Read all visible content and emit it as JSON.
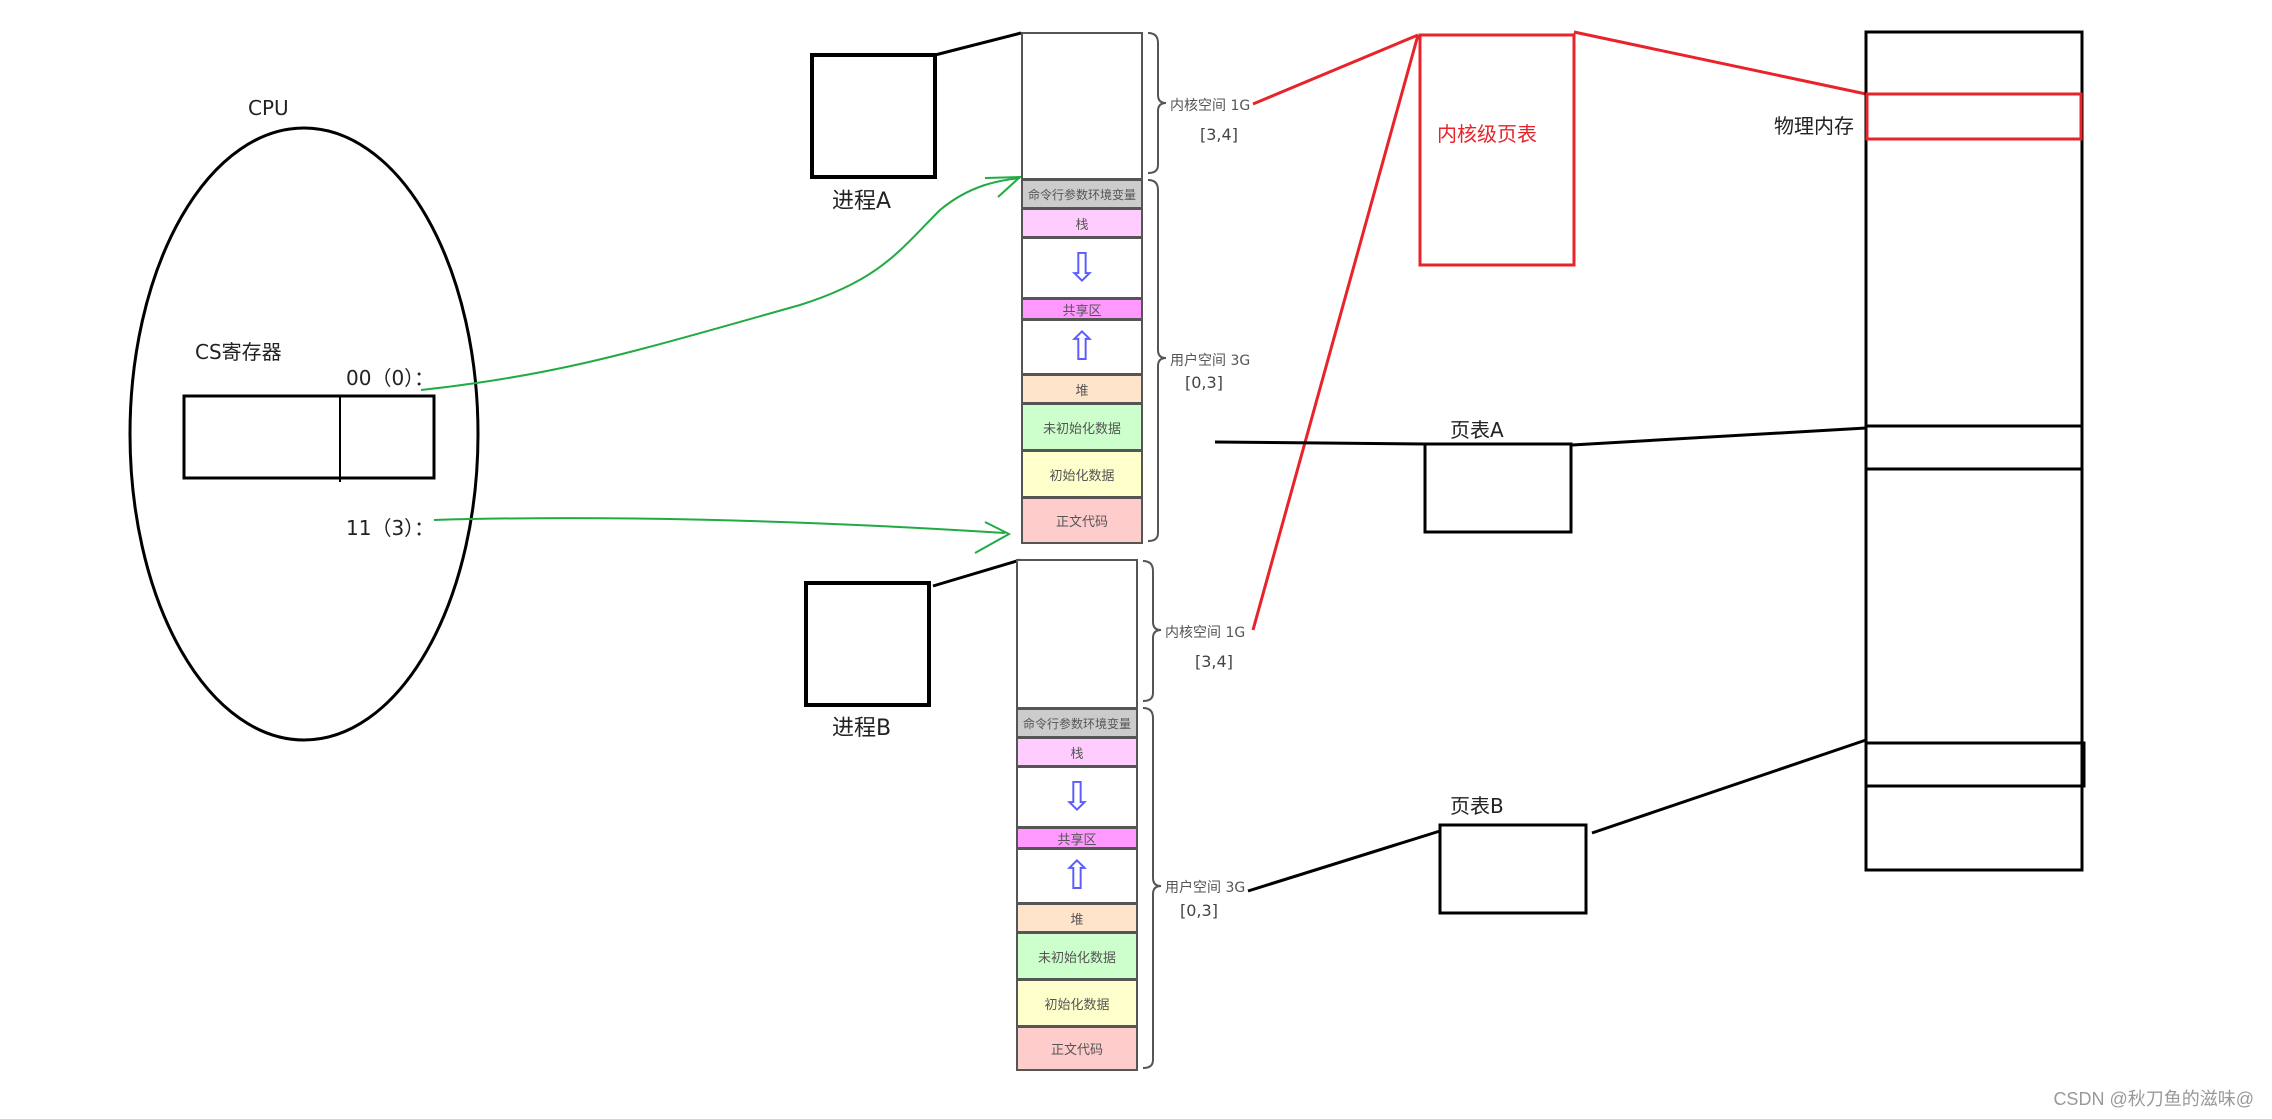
{
  "cpu": {
    "title": "CPU",
    "register_label": "CS寄存器",
    "value_user": "00（0）：",
    "value_kernel": "11（3）："
  },
  "processes": [
    {
      "name": "进程A"
    },
    {
      "name": "进程B"
    }
  ],
  "address_space": {
    "kernel_label": "内核空间 1G",
    "kernel_range": "[3,4]",
    "user_label": "用户空间 3G",
    "user_range": "[0,3]",
    "segments": {
      "env": "命令行参数环境变量",
      "stack": "栈",
      "shared": "共享区",
      "heap": "堆",
      "bss": "未初始化数据",
      "data": "初始化数据",
      "text": "正文代码"
    }
  },
  "kernel_page_table": {
    "label": "内核级页表",
    "color": "#e8232a"
  },
  "page_tables": [
    {
      "label": "页表A"
    },
    {
      "label": "页表B"
    }
  ],
  "physical_memory": {
    "label": "物理内存"
  },
  "colors": {
    "env": "#cccccc",
    "stack": "#ffccff",
    "shared": "#ff99ff",
    "heap": "#ffe4cc",
    "bss": "#ccffcc",
    "data": "#ffffcc",
    "text": "#ffcccc",
    "arrow": "#5b5bff",
    "green": "#22aa44"
  },
  "watermark": "CSDN @秋刀鱼的滋味@"
}
